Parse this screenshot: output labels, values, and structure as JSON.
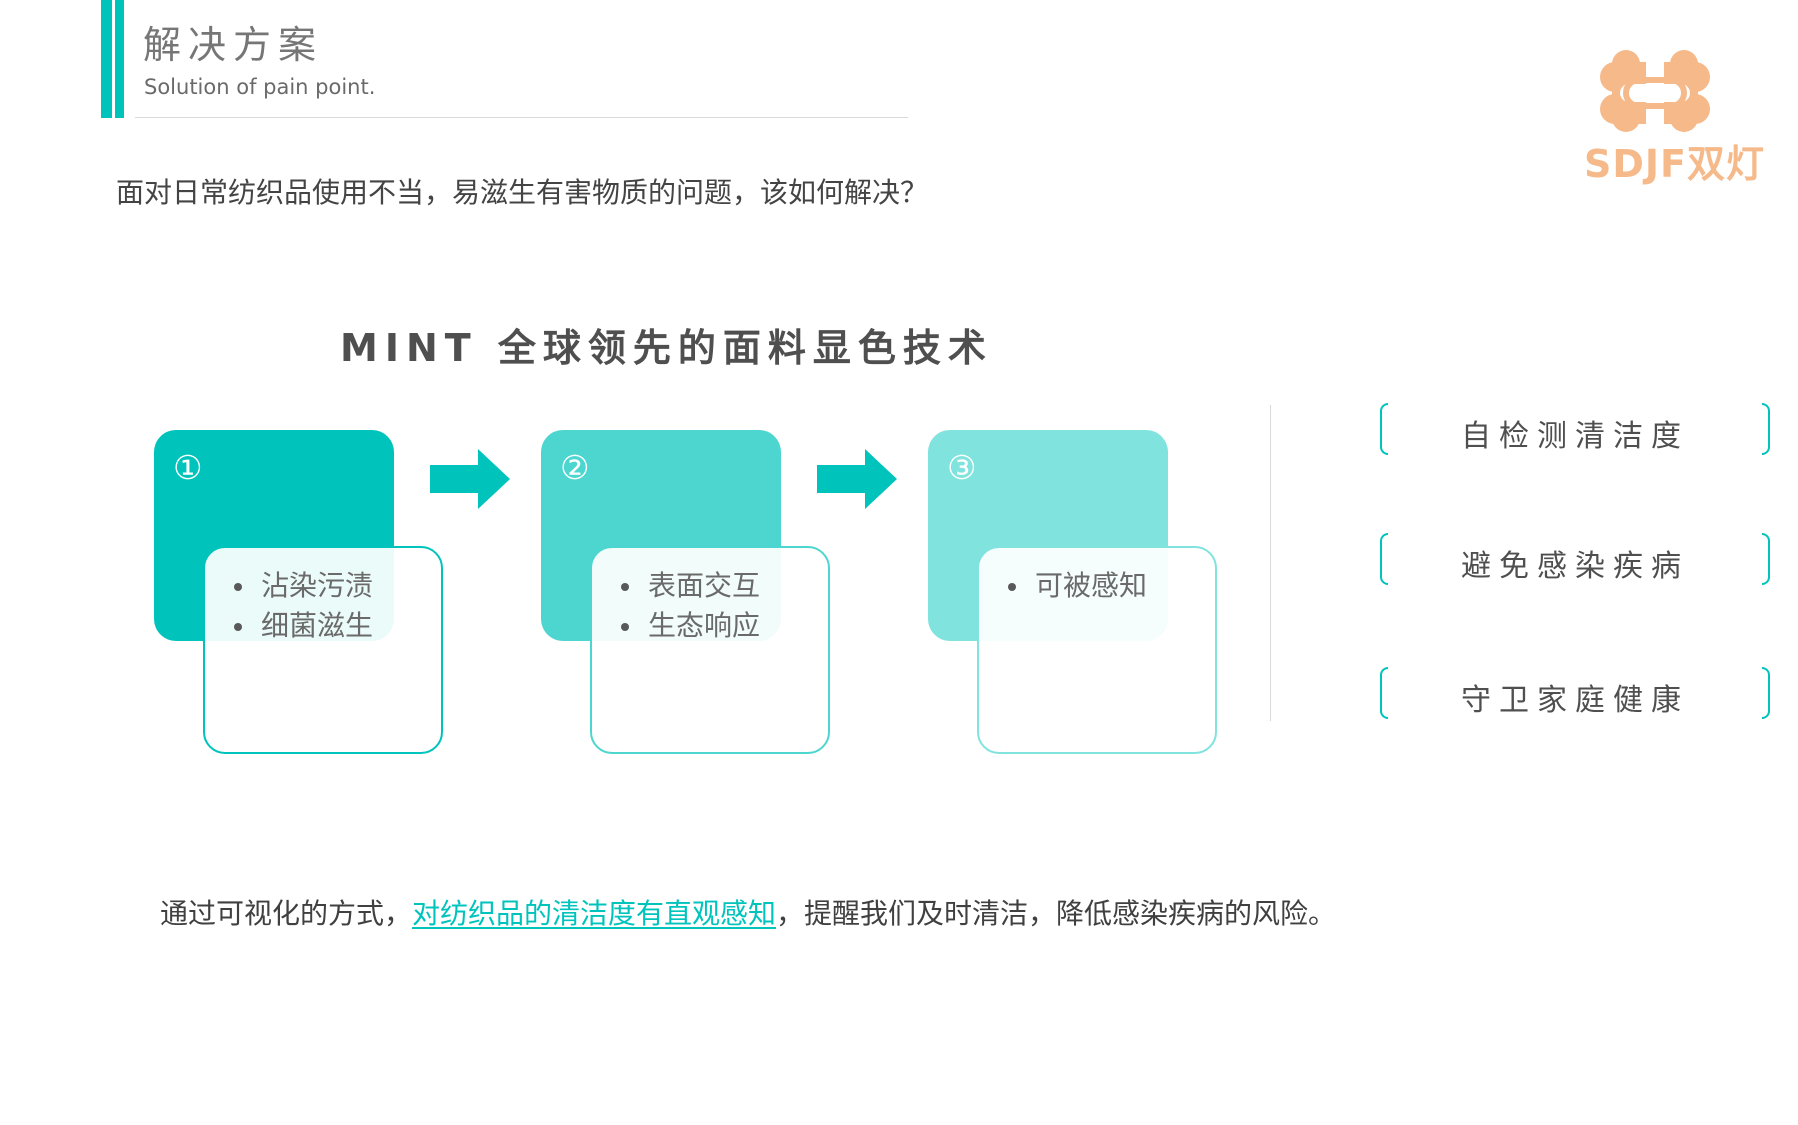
{
  "header": {
    "title": "解决方案",
    "subtitle": "Solution of pain point."
  },
  "brand": {
    "logo_icon": "sdjf-logo-icon",
    "text": "SDJF双灯",
    "color": "#f5b98a"
  },
  "question": "面对日常纺织品使用不当，易滋生有害物质的问题，该如何解决？",
  "tech_title": "MINT 全球领先的面料显色技术",
  "steps": [
    {
      "number": "①",
      "color": "#00c4bc",
      "items": [
        "沾染污渍",
        "细菌滋生"
      ]
    },
    {
      "number": "②",
      "color": "#4dd6cf",
      "items": [
        "表面交互",
        "生态响应"
      ]
    },
    {
      "number": "③",
      "color": "#80e3de",
      "items": [
        "可被感知"
      ]
    }
  ],
  "arrows": {
    "icon": "arrow-right-icon",
    "color": "#00c4bc"
  },
  "benefits": [
    {
      "label": "自检测清洁度"
    },
    {
      "label": "避免感染疾病"
    },
    {
      "label": "守卫家庭健康"
    }
  ],
  "summary": {
    "prefix": "通过可视化的方式，",
    "highlight": "对纺织品的清洁度有直观感知",
    "suffix": "，提醒我们及时清洁，降低感染疾病的风险。"
  },
  "colors": {
    "accent": "#00c4bc",
    "text_dark": "#404040",
    "text_muted": "#767676"
  }
}
